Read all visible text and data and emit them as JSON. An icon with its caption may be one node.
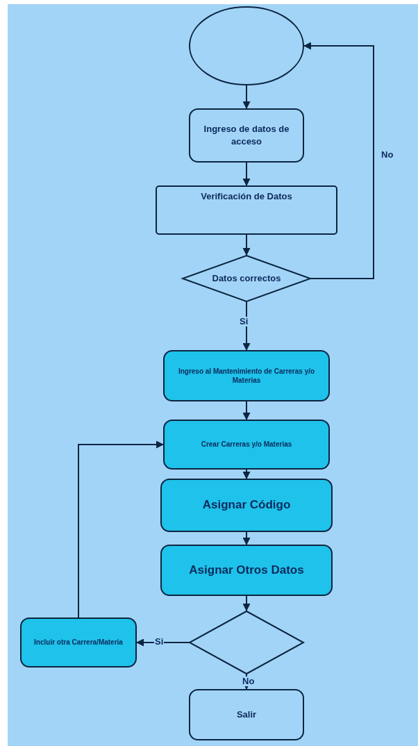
{
  "diagram": {
    "nodes": [
      {
        "text": [],
        "shape": "ellipse"
      },
      {
        "text": [
          "Ingreso de datos de acceso"
        ]
      },
      {
        "text": [
          "Verificación de Datos"
        ]
      },
      {
        "text": [
          "Datos correctos"
        ]
      },
      {
        "text": [
          "Ingreso al Mantenimiento de Carreras y/o Materias"
        ]
      },
      {
        "text": [
          "Crear Carreras y/o Materias"
        ]
      },
      {
        "text": [
          "Asignar Código"
        ]
      },
      {
        "text": [
          "Asignar Otros Datos"
        ]
      },
      {
        "text": [],
        "shape": "diamond"
      },
      {
        "text": [
          "Incluir otra Carrera/Materia"
        ]
      },
      {
        "text": [
          "Salir"
        ]
      }
    ],
    "edges": [
      {
        "from": 0,
        "to": 1,
        "arrow": "to"
      },
      {
        "from": 1,
        "to": 2,
        "arrow": "to"
      },
      {
        "from": 2,
        "to": 3,
        "arrow": "to"
      },
      {
        "from": 3,
        "to": 0,
        "arrow": "to",
        "label": "No"
      },
      {
        "from": 3,
        "to": 4,
        "arrow": "to",
        "label": "Si"
      },
      {
        "from": 4,
        "to": 5,
        "arrow": "to"
      },
      {
        "from": 5,
        "to": 6,
        "arrow": "to"
      },
      {
        "from": 6,
        "to": 7,
        "arrow": "to"
      },
      {
        "from": 7,
        "to": 8,
        "arrow": "to"
      },
      {
        "from": 8,
        "to": 9,
        "arrow": "to",
        "label": "Si"
      },
      {
        "from": 8,
        "to": 10,
        "arrow": "to",
        "label": "No"
      },
      {
        "from": 9,
        "to": 5,
        "arrow": "to"
      }
    ]
  }
}
